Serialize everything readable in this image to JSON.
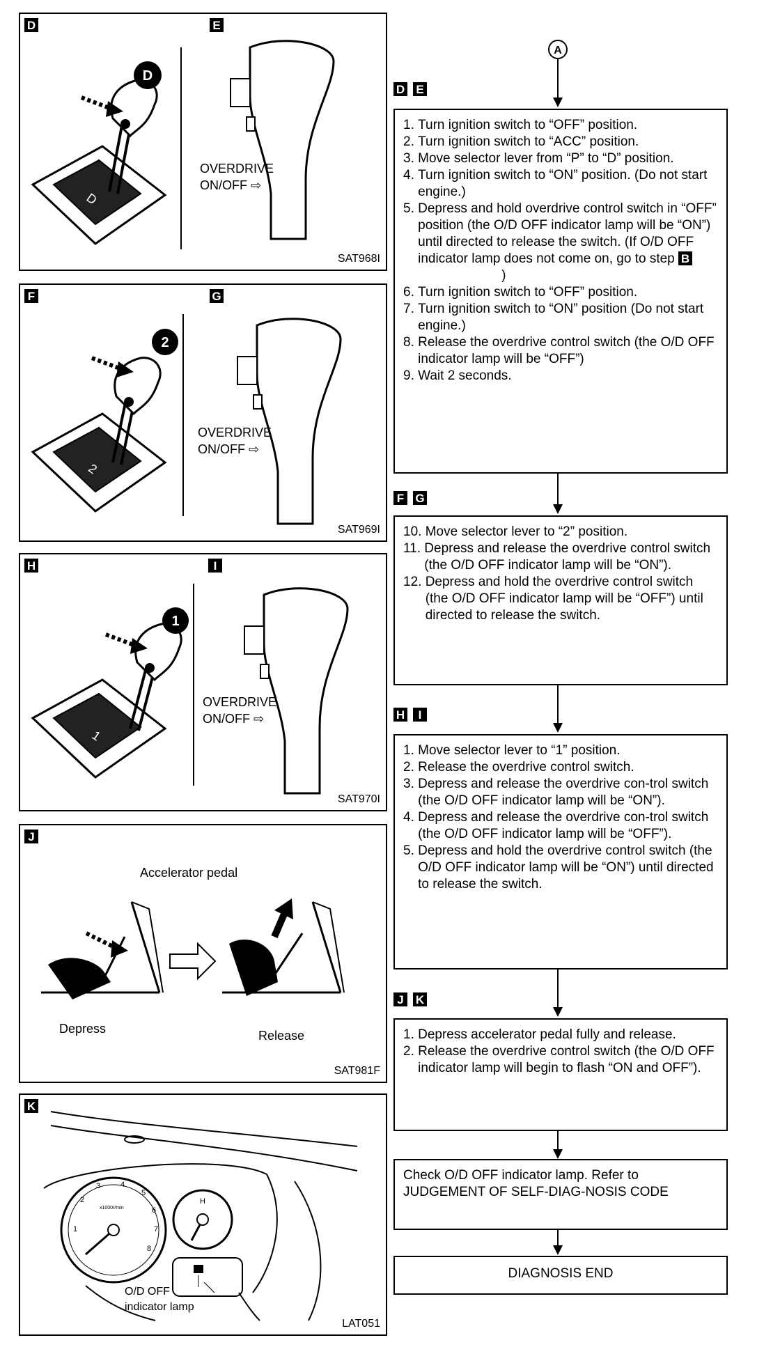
{
  "connector_label": "A",
  "panels": {
    "de": {
      "tags": [
        "D",
        "E"
      ],
      "badge": "D",
      "code": "SAT968I",
      "overdrive_line1": "OVERDRIVE",
      "overdrive_line2": "ON/OFF"
    },
    "fg": {
      "tags": [
        "F",
        "G"
      ],
      "badge": "2",
      "code": "SAT969I",
      "overdrive_line1": "OVERDRIVE",
      "overdrive_line2": "ON/OFF"
    },
    "hi": {
      "tags": [
        "H",
        "I"
      ],
      "badge": "1",
      "code": "SAT970I",
      "overdrive_line1": "OVERDRIVE",
      "overdrive_line2": "ON/OFF"
    },
    "j": {
      "tag": "J",
      "title": "Accelerator pedal",
      "depress": "Depress",
      "release": "Release",
      "code": "SAT981F"
    },
    "k": {
      "tag": "K",
      "indicator_line1": "O/D OFF",
      "indicator_line2": "indicator lamp",
      "code": "LAT051"
    }
  },
  "flow": {
    "step_de": {
      "tags": [
        "D",
        "E"
      ],
      "items": [
        {
          "n": "1. ",
          "t": "Turn ignition switch to “OFF” position."
        },
        {
          "n": "2. ",
          "t": "Turn ignition switch to “ACC” position."
        },
        {
          "n": "3. ",
          "t": "Move selector lever from “P” to “D” position."
        },
        {
          "n": "4. ",
          "t": "Turn ignition switch to “ON” position. (Do not start engine.)"
        },
        {
          "n": "5. ",
          "t": "Depress and hold overdrive control switch in “OFF” position (the O/D OFF indicator lamp will be “ON”) until directed to release the switch. (If O/D OFF indicator lamp does not come on, go to step"
        },
        {
          "n": "6. ",
          "t": "Turn ignition switch to “OFF” position."
        },
        {
          "n": "7. ",
          "t": "Turn ignition switch to “ON” position (Do not start engine.)"
        },
        {
          "n": "8. ",
          "t": "Release the overdrive control switch (the O/D OFF indicator lamp will be “OFF”)"
        },
        {
          "n": "9. ",
          "t": "Wait 2 seconds."
        }
      ],
      "step_ref": "B",
      "step_ref_close": ")"
    },
    "step_fg": {
      "tags": [
        "F",
        "G"
      ],
      "items": [
        {
          "n": "10. ",
          "t": "Move selector lever to “2” position."
        },
        {
          "n": "11. ",
          "t": "Depress and release the overdrive control switch (the O/D OFF indicator lamp will be “ON”)."
        },
        {
          "n": "12. ",
          "t": "Depress and hold the overdrive control switch (the O/D OFF indicator lamp will be “OFF”) until directed to release the switch."
        }
      ]
    },
    "step_hi": {
      "tags": [
        "H",
        "I"
      ],
      "items": [
        {
          "n": "1. ",
          "t": "Move selector lever to “1” position."
        },
        {
          "n": "2. ",
          "t": "Release the overdrive control switch."
        },
        {
          "n": "3. ",
          "t": "Depress and release the overdrive con-trol switch (the O/D OFF indicator lamp will be “ON”)."
        },
        {
          "n": "4. ",
          "t": "Depress and release the overdrive con-trol switch (the O/D OFF indicator lamp will be “OFF”)."
        },
        {
          "n": "5. ",
          "t": "Depress and hold the overdrive control switch (the O/D OFF indicator lamp will be “ON”) until directed to release the switch."
        }
      ]
    },
    "step_jk": {
      "tags": [
        "J",
        "K"
      ],
      "items": [
        {
          "n": "1. ",
          "t": "Depress accelerator pedal fully and release."
        },
        {
          "n": "2. ",
          "t": "Release the overdrive control switch (the O/D OFF indicator lamp will begin to flash “ON and OFF”)."
        }
      ]
    },
    "check": "Check O/D OFF indicator lamp. Refer to JUDGEMENT OF SELF-DIAG-NOSIS CODE",
    "end": "DIAGNOSIS END"
  }
}
